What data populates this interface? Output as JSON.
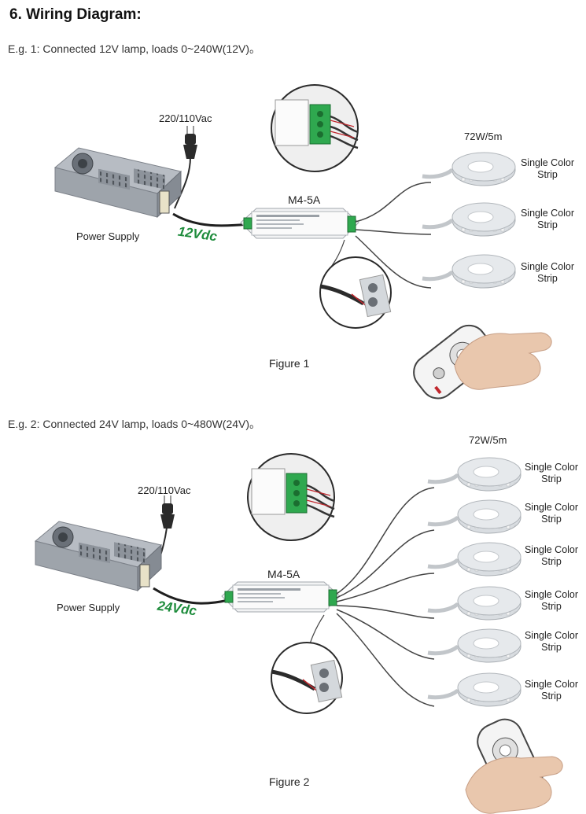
{
  "heading": "6. Wiring Diagram:",
  "example1": {
    "text": "E.g. 1: Connected 12V lamp, loads 0~240W(12V)。",
    "mains": "220/110Vac",
    "power_supply": "Power Supply",
    "voltage": "12Vdc",
    "controller": "M4-5A",
    "strip_rating": "72W/5m",
    "strip_label_line1": "Single Color",
    "strip_label_line2": "Strip",
    "figure": "Figure 1"
  },
  "example2": {
    "text": "E.g. 2: Connected 24V lamp, loads 0~480W(24V)。",
    "mains": "220/110Vac",
    "power_supply": "Power Supply",
    "voltage": "24Vdc",
    "controller": "M4-5A",
    "strip_rating": "72W/5m",
    "strip_label_line1": "Single Color",
    "strip_label_line2": "Strip",
    "figure": "Figure 2"
  },
  "colors": {
    "voltage_green": "#1e8c3c",
    "device_grey": "#9aa0a8",
    "strip_grey": "#c8ccd0",
    "terminal_green": "#2fa84f",
    "wire": "#444444"
  }
}
